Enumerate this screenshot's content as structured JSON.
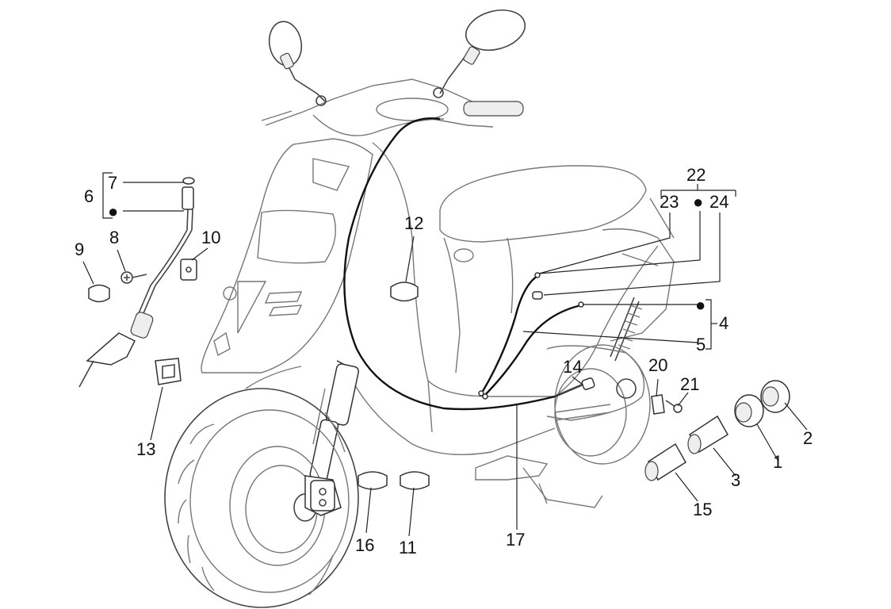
{
  "diagram": {
    "callouts": {
      "c1": "1",
      "c2": "2",
      "c3": "3",
      "c4": "4",
      "c5": "5",
      "c6": "6",
      "c7": "7",
      "c8": "8",
      "c9": "9",
      "c10": "10",
      "c11": "11",
      "c12": "12",
      "c13": "13",
      "c14": "14",
      "c15": "15",
      "c16": "16",
      "c17": "17",
      "c20": "20",
      "c21": "21",
      "c22": "22",
      "c23": "23",
      "c24": "24"
    },
    "bullet_symbol": "●"
  }
}
